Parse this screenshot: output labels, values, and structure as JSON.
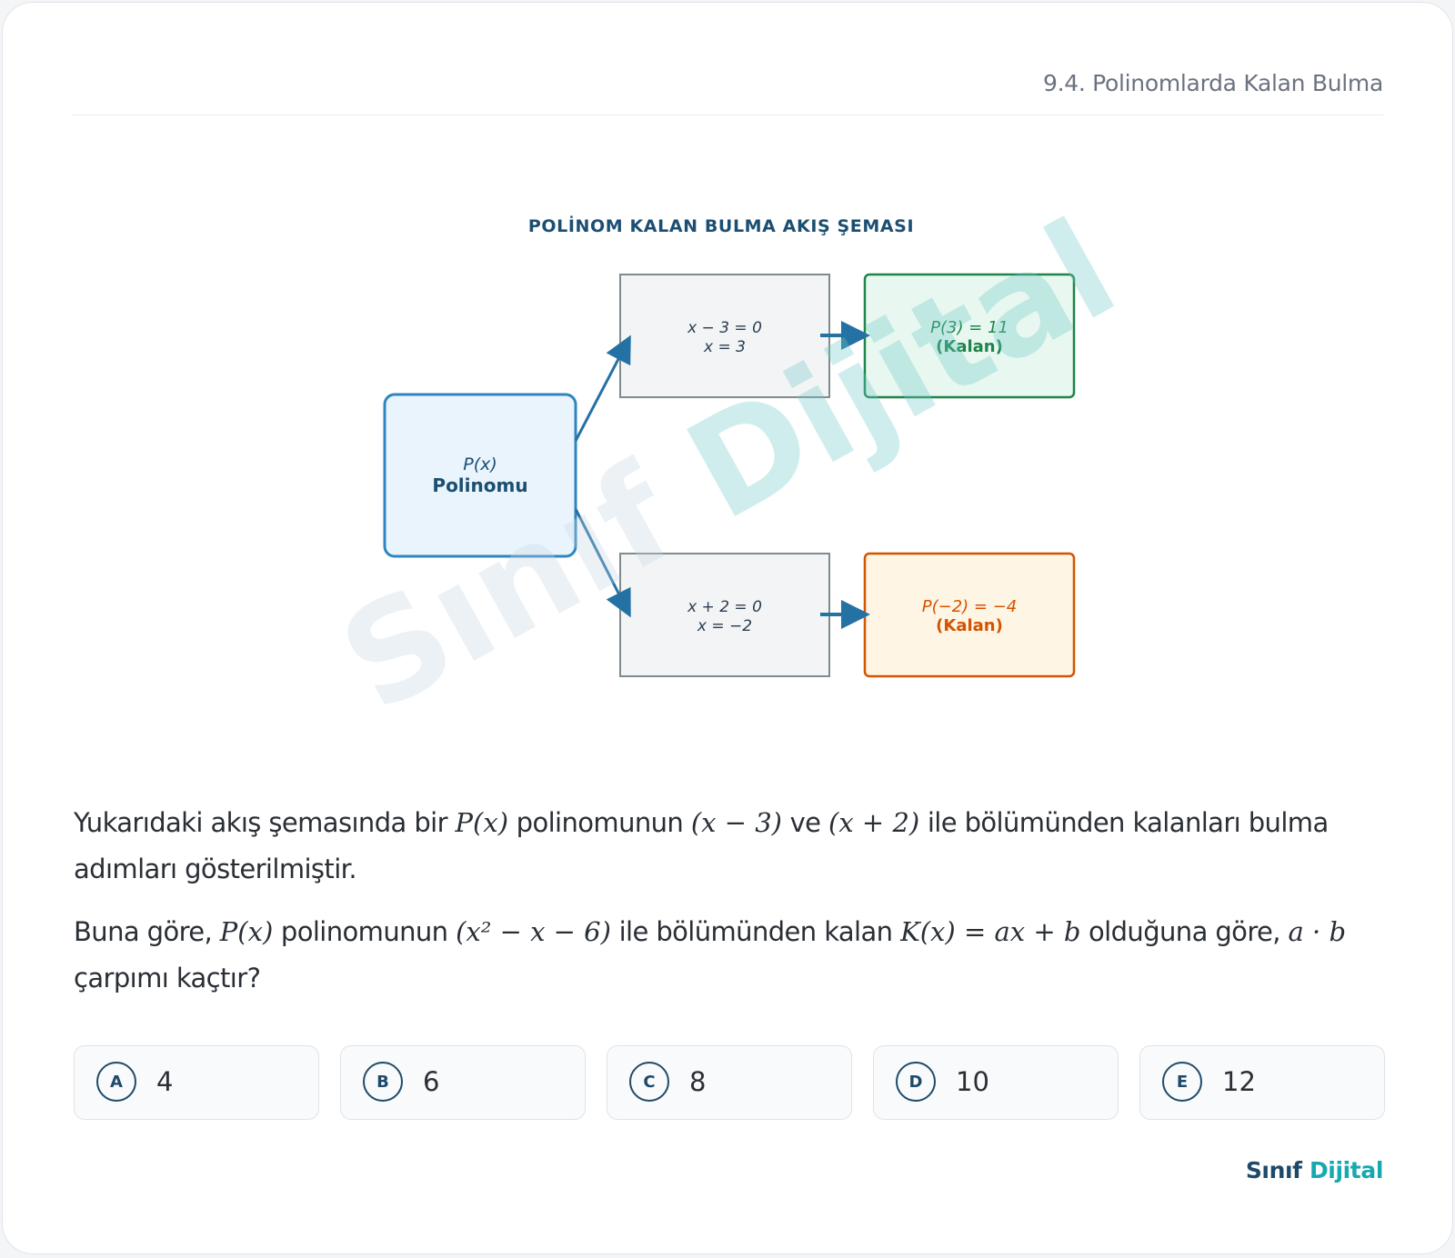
{
  "header": {
    "topic": "9.4. Polinomlarda Kalan Bulma"
  },
  "diagram": {
    "title": "POLİNOM KALAN BULMA AKIŞ ŞEMASI",
    "source": {
      "line1": "P(x)",
      "line2": "Polinomu"
    },
    "step_top": {
      "line1": "x − 3 = 0",
      "line2": "x = 3"
    },
    "step_bottom": {
      "line1": "x + 2 = 0",
      "line2": "x = −2"
    },
    "result_top": {
      "line1": "P(3) = 11",
      "line2": "(Kalan)"
    },
    "result_bottom": {
      "line1": "P(−2) = −4",
      "line2": "(Kalan)"
    },
    "colors": {
      "source_border": "#2e86c1",
      "source_fill": "#eaf4fd",
      "source_text": "#1b4f72",
      "step_border": "#7f8c8d",
      "step_fill": "#f2f4f5",
      "green": "#1e8449",
      "green_fill": "#e8f8f0",
      "orange": "#d35400",
      "orange_fill": "#fef5e4",
      "arrow": "#2471a3"
    }
  },
  "watermark": {
    "part1": "Sınıf ",
    "part2": "Dijital"
  },
  "question": {
    "p1": [
      "Yukarıdaki akış şemasında bir ",
      "P(x)",
      " polinomunun ",
      "(x − 3)",
      " ve ",
      "(x + 2)",
      " ile bölümünden kalanları bulma adımları gösterilmiştir."
    ],
    "p2": [
      "Buna göre, ",
      "P(x)",
      " polinomunun ",
      "(x² − x − 6)",
      " ile bölümünden kalan ",
      "K(x) = ax + b",
      " olduğuna göre, ",
      "a · b",
      " çarpımı kaçtır?"
    ]
  },
  "options": [
    {
      "letter": "A",
      "value": "4"
    },
    {
      "letter": "B",
      "value": "6"
    },
    {
      "letter": "C",
      "value": "8"
    },
    {
      "letter": "D",
      "value": "10"
    },
    {
      "letter": "E",
      "value": "12"
    }
  ],
  "brand": {
    "part1": "Sınıf ",
    "part2": "Dijital"
  }
}
